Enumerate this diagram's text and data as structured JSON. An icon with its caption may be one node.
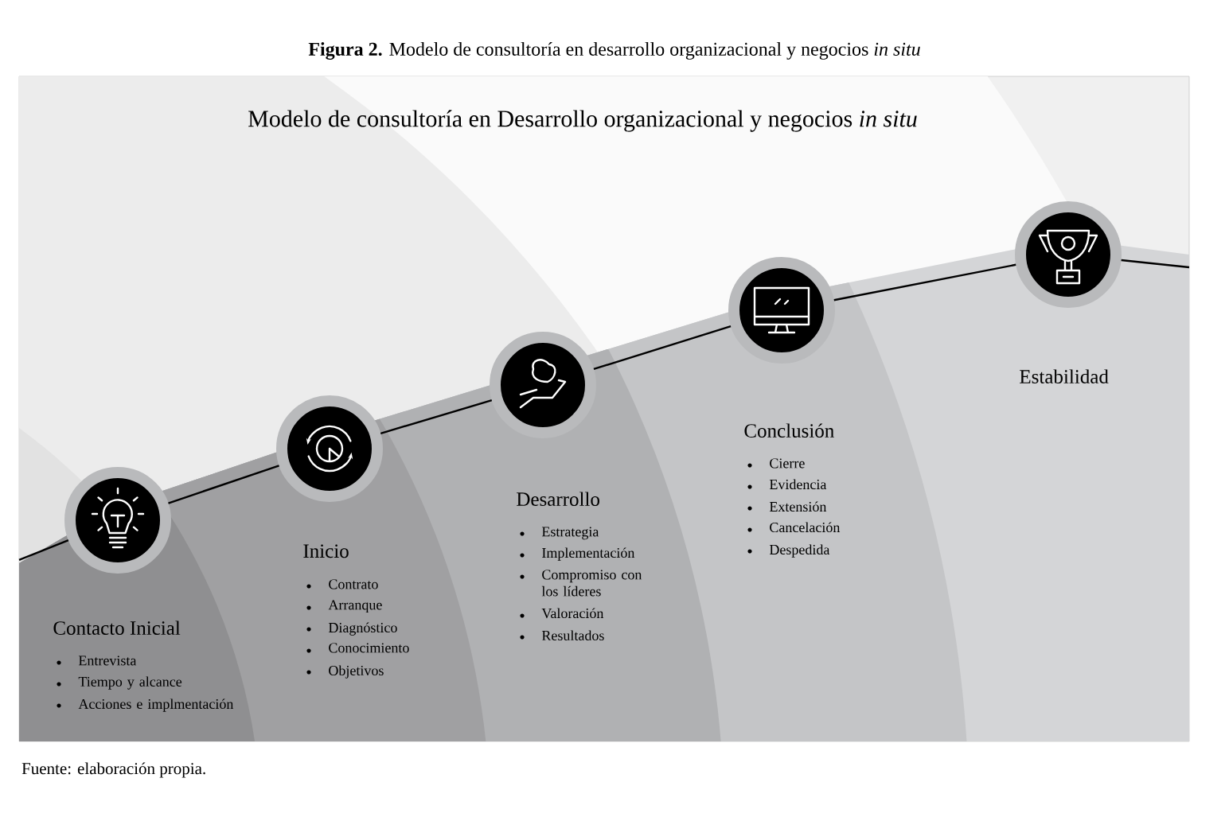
{
  "diagram": {
    "title": "**Figura 2.** Modelo de consultoría en desarrollo organizacional y negocios *in situ*",
    "caption": "Fuente: elaboración propia.",
    "nodes": [
      {
        "text": [],
        "shape": "circle",
        "beside": [
          "Contacto Inicial",
          "Entrevista",
          "Tiempo y alcance",
          "Acciones e implmentación"
        ]
      },
      {
        "text": [],
        "shape": "circle",
        "beside": [
          "Inicio",
          "Contrato",
          "Arranque",
          "Diagnóstico",
          "Conocimiento",
          "Objetivos"
        ]
      },
      {
        "text": [],
        "shape": "circle",
        "beside": [
          "Desarrollo",
          "Estrategia",
          "Implementación",
          "Compromiso con los líderes",
          "Valoración",
          "Resultados"
        ]
      },
      {
        "text": [],
        "shape": "circle",
        "beside": [
          "Conclusión",
          "Cierre",
          "Evidencia",
          "Extensión",
          "Cancelación",
          "Despedida"
        ]
      },
      {
        "text": [],
        "shape": "circle",
        "beside": [
          "Estabilidad"
        ]
      }
    ],
    "edges": [
      {
        "from": null,
        "to": 0,
        "arrow": "none"
      },
      {
        "from": 0,
        "to": 1,
        "arrow": "none"
      },
      {
        "from": 1,
        "to": 2,
        "arrow": "none"
      },
      {
        "from": 2,
        "to": 3,
        "arrow": "none"
      },
      {
        "from": 3,
        "to": 4,
        "arrow": "none"
      },
      {
        "from": 4,
        "to": null,
        "arrow": "none"
      }
    ],
    "labels": [
      "Modelo de consultoría en Desarrollo organizacional y negocios *in situ*"
    ]
  }
}
